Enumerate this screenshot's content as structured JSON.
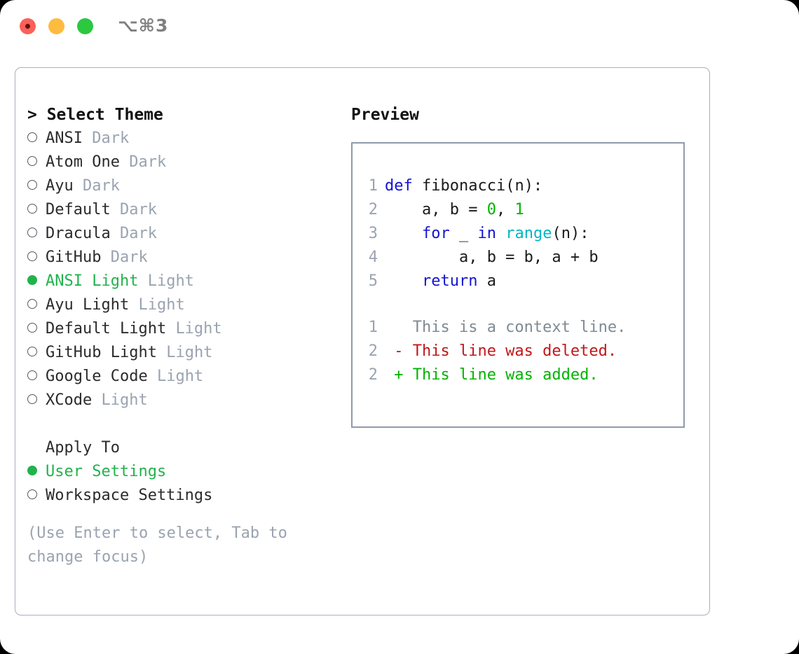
{
  "window": {
    "title": "⌥⌘3",
    "traffic_lights": [
      "close-red",
      "minimize-yellow",
      "maximize-green"
    ]
  },
  "theme_picker": {
    "heading": "> Select Theme",
    "items": [
      {
        "marker": "○",
        "name": "ANSI",
        "tag": "Dark",
        "selected": false
      },
      {
        "marker": "○",
        "name": "Atom One",
        "tag": "Dark",
        "selected": false
      },
      {
        "marker": "○",
        "name": "Ayu",
        "tag": "Dark",
        "selected": false
      },
      {
        "marker": "○",
        "name": "Default",
        "tag": "Dark",
        "selected": false
      },
      {
        "marker": "○",
        "name": "Dracula",
        "tag": "Dark",
        "selected": false
      },
      {
        "marker": "○",
        "name": "GitHub",
        "tag": "Dark",
        "selected": false
      },
      {
        "marker": "●",
        "name": "ANSI Light",
        "tag": "Light",
        "selected": true
      },
      {
        "marker": "○",
        "name": "Ayu Light",
        "tag": "Light",
        "selected": false
      },
      {
        "marker": "○",
        "name": "Default Light",
        "tag": "Light",
        "selected": false
      },
      {
        "marker": "○",
        "name": "GitHub Light",
        "tag": "Light",
        "selected": false
      },
      {
        "marker": "○",
        "name": "Google Code",
        "tag": "Light",
        "selected": false
      },
      {
        "marker": "○",
        "name": "XCode",
        "tag": "Light",
        "selected": false
      }
    ]
  },
  "apply_to": {
    "heading": "Apply To",
    "options": [
      {
        "marker": "●",
        "label": "User Settings",
        "selected": true
      },
      {
        "marker": "○",
        "label": "Workspace Settings",
        "selected": false
      }
    ]
  },
  "hint": "(Use Enter to select, Tab to change focus)",
  "preview": {
    "title": "Preview",
    "code_lines": [
      {
        "n": "1",
        "tokens": [
          {
            "t": "def",
            "c": "kw"
          },
          {
            "t": " fibonacci(n):",
            "c": "fn"
          }
        ]
      },
      {
        "n": "2",
        "tokens": [
          {
            "t": "    a, b = ",
            "c": "pl"
          },
          {
            "t": "0",
            "c": "num"
          },
          {
            "t": ", ",
            "c": "pl"
          },
          {
            "t": "1",
            "c": "num"
          }
        ]
      },
      {
        "n": "3",
        "tokens": [
          {
            "t": "    ",
            "c": "pl"
          },
          {
            "t": "for",
            "c": "kw"
          },
          {
            "t": " _ ",
            "c": "pl"
          },
          {
            "t": "in",
            "c": "kw"
          },
          {
            "t": " ",
            "c": "pl"
          },
          {
            "t": "range",
            "c": "bi"
          },
          {
            "t": "(n):",
            "c": "pl"
          }
        ]
      },
      {
        "n": "4",
        "tokens": [
          {
            "t": "        a, b = b, a + b",
            "c": "pl"
          }
        ]
      },
      {
        "n": "5",
        "tokens": [
          {
            "t": "    ",
            "c": "pl"
          },
          {
            "t": "return",
            "c": "kw"
          },
          {
            "t": " a",
            "c": "pl"
          }
        ]
      }
    ],
    "diff_lines": [
      {
        "n": "1",
        "sign": " ",
        "text": "This is a context line.",
        "kind": "ctx"
      },
      {
        "n": "2",
        "sign": "-",
        "text": "This line was deleted.",
        "kind": "del"
      },
      {
        "n": "2",
        "sign": "+",
        "text": "This line was added.",
        "kind": "add"
      }
    ]
  },
  "colors": {
    "accent_green": "#22b24c",
    "keyword_blue": "#1414d2",
    "builtin_cyan": "#00b6c4",
    "number_green": "#00b300",
    "diff_delete_red": "#c01818",
    "diff_add_green": "#00b300",
    "muted_gray": "#9aa3b0",
    "border_gray": "#8f9aab"
  }
}
